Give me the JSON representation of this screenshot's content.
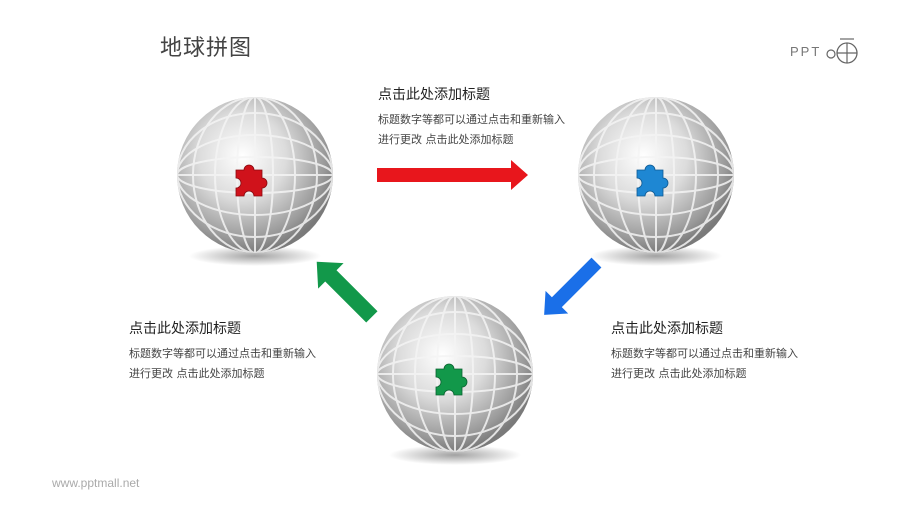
{
  "page": {
    "title": "地球拼图",
    "footer": "www.pptmall.net"
  },
  "logo": {
    "text": "PPT",
    "icon": "globe-logo-icon"
  },
  "globes": [
    {
      "name": "globe-red",
      "piece_color": "#d0121b",
      "piece_icon": "puzzle-piece-icon"
    },
    {
      "name": "globe-blue",
      "piece_color": "#1e87d3",
      "piece_icon": "puzzle-piece-icon"
    },
    {
      "name": "globe-green",
      "piece_color": "#12984a",
      "piece_icon": "puzzle-piece-icon"
    }
  ],
  "arrows": [
    {
      "name": "arrow-right",
      "color": "#e8161c",
      "icon": "arrow-right-icon"
    },
    {
      "name": "arrow-down-left",
      "color": "#1a6fe8",
      "icon": "arrow-down-left-icon"
    },
    {
      "name": "arrow-up-left",
      "color": "#12984a",
      "icon": "arrow-up-left-icon"
    }
  ],
  "blocks": [
    {
      "title": "点击此处添加标题",
      "line1": "标题数字等都可以通过点击和重新输入",
      "line2": "进行更改 点击此处添加标题"
    },
    {
      "title": "点击此处添加标题",
      "line1": "标题数字等都可以通过点击和重新输入",
      "line2": "进行更改 点击此处添加标题"
    },
    {
      "title": "点击此处添加标题",
      "line1": "标题数字等都可以通过点击和重新输入",
      "line2": "进行更改 点击此处添加标题"
    }
  ]
}
